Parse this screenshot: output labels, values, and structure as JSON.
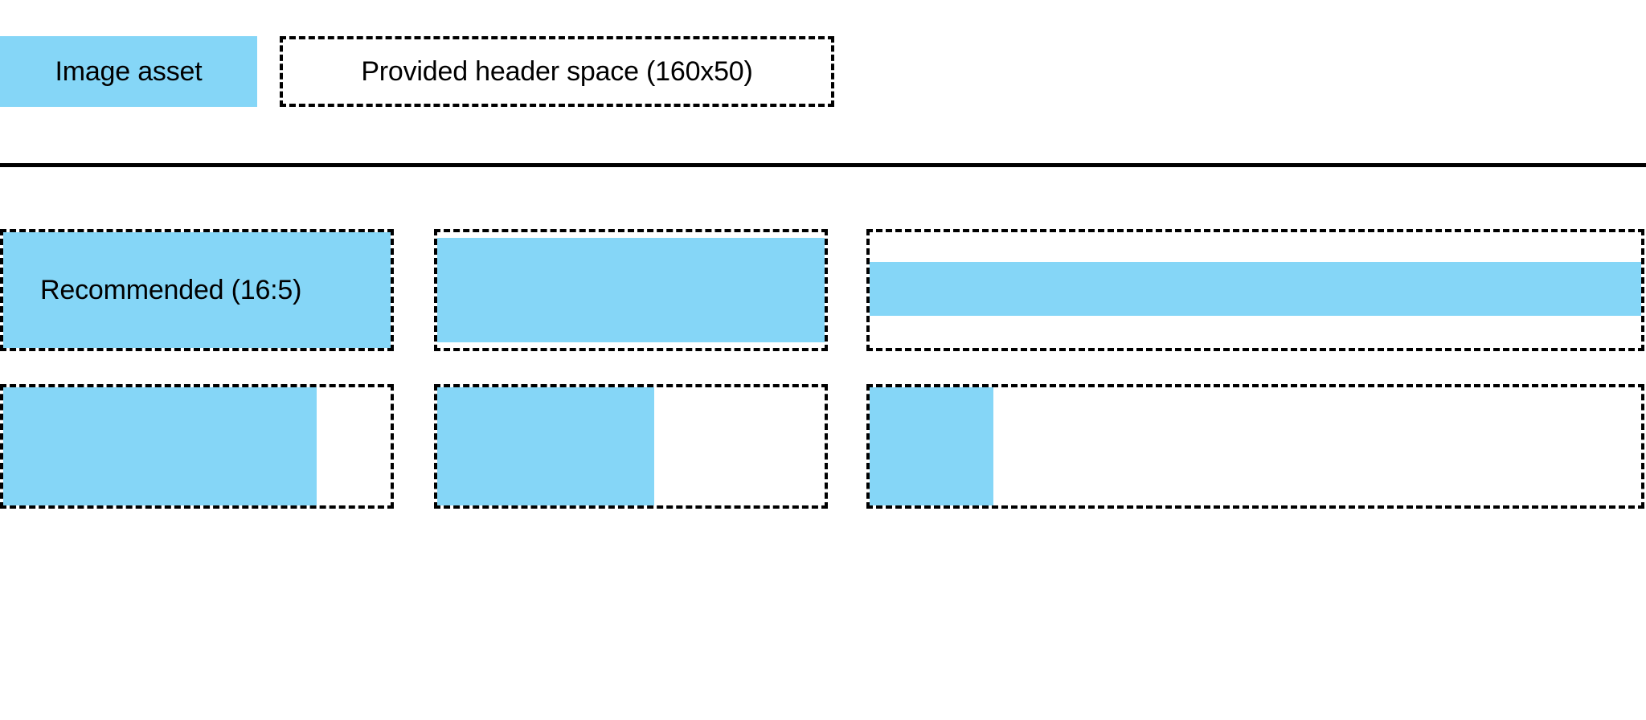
{
  "colors": {
    "asset_blue": "#85D6F7",
    "outline": "#000000",
    "background": "#FFFFFF"
  },
  "legend": {
    "swatch_label": "Image asset",
    "header_space_label": "Provided header space (160x50)"
  },
  "examples": {
    "recommended_label": "Recommended (16:5)",
    "items": [
      {
        "name": "recommended-16-5",
        "label": "Recommended (16:5)",
        "fill": {
          "left_pct": 0,
          "top_pct": 0,
          "width_pct": 100,
          "height_pct": 100
        }
      },
      {
        "name": "slightly-inset-top-bottom",
        "label": "",
        "fill": {
          "left_pct": 0,
          "top_pct": 5,
          "width_pct": 100,
          "height_pct": 90
        }
      },
      {
        "name": "letterboxed-wide",
        "label": "",
        "fill": {
          "left_pct": 0,
          "top_pct": 26,
          "width_pct": 100,
          "height_pct": 46
        }
      },
      {
        "name": "pillarboxed-slight",
        "label": "",
        "fill": {
          "left_pct": 0,
          "top_pct": 0,
          "width_pct": 81,
          "height_pct": 100
        }
      },
      {
        "name": "pillarboxed-medium",
        "label": "",
        "fill": {
          "left_pct": 0,
          "top_pct": 0,
          "width_pct": 56,
          "height_pct": 100
        }
      },
      {
        "name": "pillarboxed-narrow",
        "label": "",
        "fill": {
          "left_pct": 0,
          "top_pct": 0,
          "width_pct": 16,
          "height_pct": 100
        }
      }
    ]
  }
}
